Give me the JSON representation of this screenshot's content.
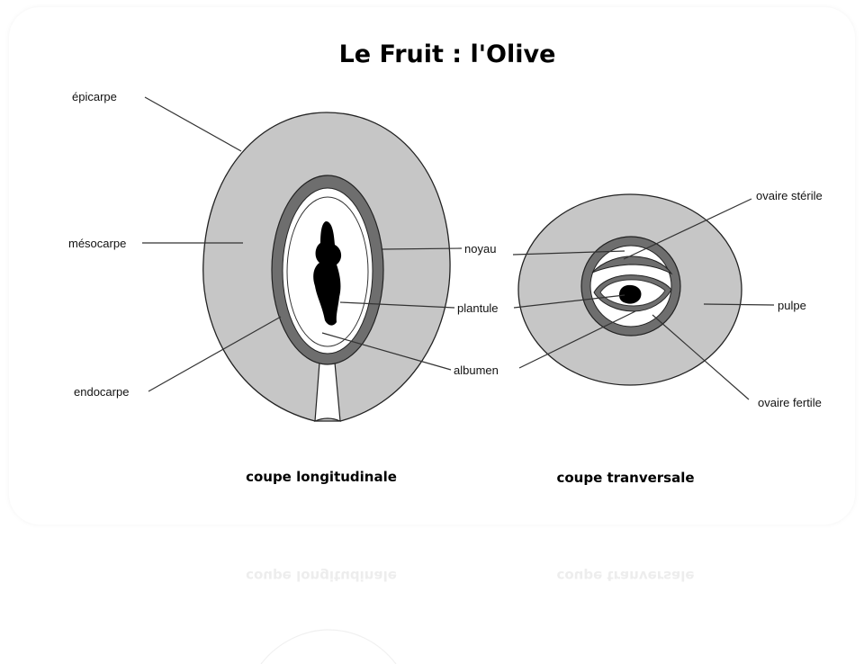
{
  "title": "Le Fruit : l'Olive",
  "labels": {
    "epicarpe": "épicarpe",
    "mesocarpe": "mésocarpe",
    "endocarpe": "endocarpe",
    "noyau": "noyau",
    "plantule": "plantule",
    "albumen": "albumen",
    "ovaire_sterile": "ovaire stérile",
    "pulpe": "pulpe",
    "ovaire_fertile": "ovaire fertile"
  },
  "captions": {
    "longitudinal": "coupe longitudinale",
    "transversal": "coupe tranversale"
  },
  "colors": {
    "pulp": "#c6c6c6",
    "stone": "#6e6e6e",
    "seed": "#ffffff",
    "embryo": "#000000"
  }
}
